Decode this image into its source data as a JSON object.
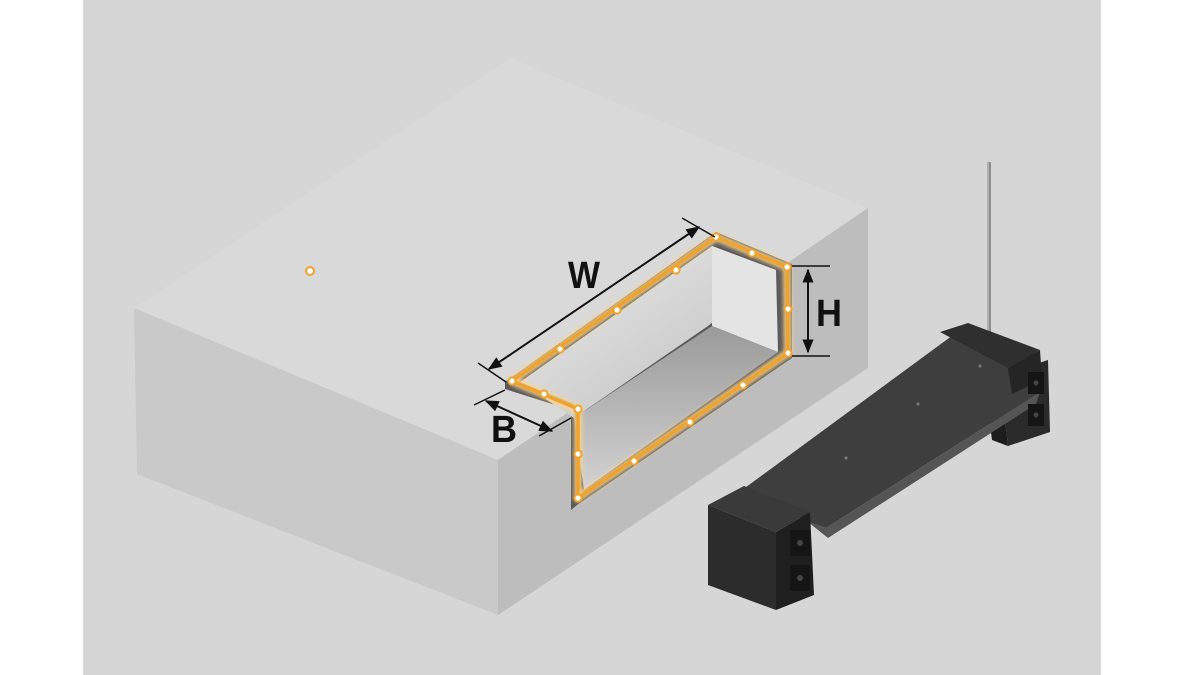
{
  "colors": {
    "page_background": "#ffffff",
    "panel_background": "#d6d6d6",
    "block_top": "#d9d9d9",
    "block_left": "#cacaca",
    "block_front": "#bdbdbd",
    "pit_edge": "#5f5f5f",
    "outline": "#f0a22b",
    "outline_glow": "#ffd68a",
    "marker_fill": "#ffffff",
    "leveler_dark": "#2c2c2c",
    "leveler_mid": "#3d3d3d",
    "dimension_line": "#111111"
  },
  "labels": {
    "width": "W",
    "height": "H",
    "depth": "B"
  },
  "icons": {
    "outline_markers": "orange-dot-marker",
    "product": "dock-leveler-illustration"
  }
}
